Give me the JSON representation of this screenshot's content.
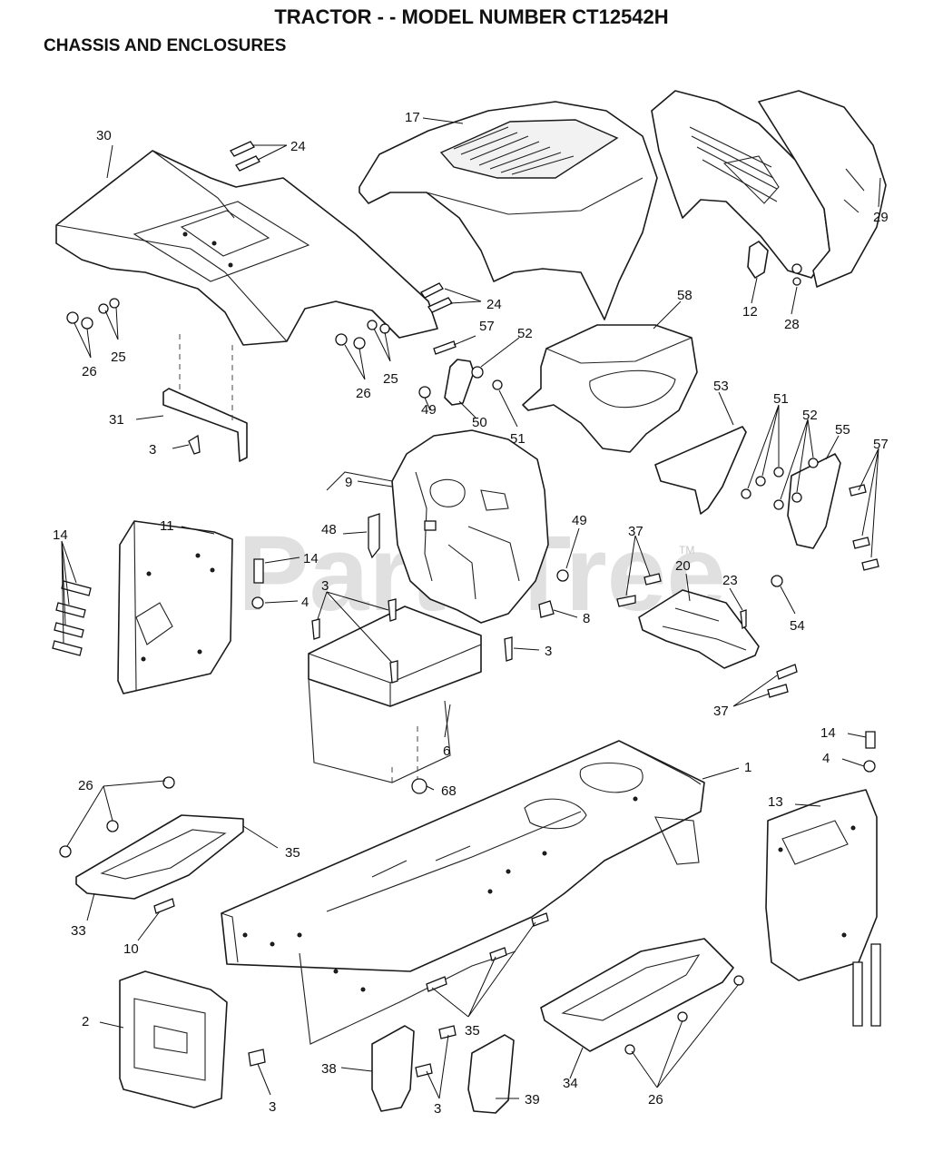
{
  "header": {
    "title": "TRACTOR - - MODEL NUMBER CT12542H",
    "section": "CHASSIS AND ENCLOSURES"
  },
  "watermark": {
    "text": "PartsTree",
    "mark": "TM"
  },
  "callouts": {
    "c30": "30",
    "c24a": "24",
    "c17": "17",
    "c29": "29",
    "c12": "12",
    "c28": "28",
    "c24b": "24",
    "c58": "58",
    "c57a": "57",
    "c52a": "52",
    "c25a": "25",
    "c26a": "26",
    "c25b": "25",
    "c26b": "26",
    "c49a": "49",
    "c50": "50",
    "c51a": "51",
    "c53": "53",
    "c51b": "51",
    "c52b": "52",
    "c55": "55",
    "c57b": "57",
    "c31": "31",
    "c3a": "3",
    "c9": "9",
    "c14a": "14",
    "c11": "11",
    "c48": "48",
    "c14b": "14",
    "c4a": "4",
    "c3b": "3",
    "c49b": "49",
    "c37a": "37",
    "c20": "20",
    "c23": "23",
    "c8": "8",
    "c3c": "3",
    "c54": "54",
    "c37b": "37",
    "c6": "6",
    "c14c": "14",
    "c4b": "4",
    "c1": "1",
    "c68": "68",
    "c13": "13",
    "c26c": "26",
    "c35a": "35",
    "c33": "33",
    "c10": "10",
    "c2": "2",
    "c35b": "35",
    "c38": "38",
    "c3d": "3",
    "c39": "39",
    "c34": "34",
    "c26d": "26",
    "c3e": "3"
  }
}
